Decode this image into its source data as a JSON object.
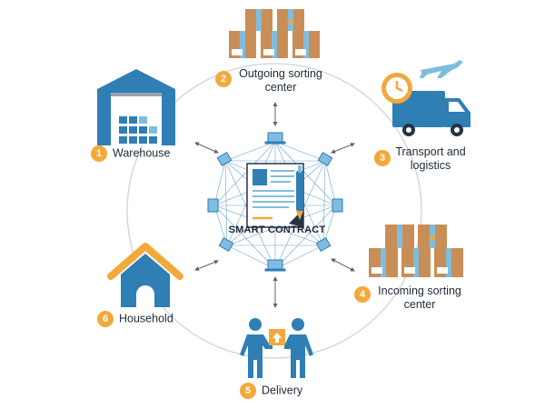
{
  "center": {
    "label": "SMART CONTRACT"
  },
  "steps": [
    {
      "number": "1",
      "label": "Warehouse"
    },
    {
      "number": "2",
      "label_line1": "Outgoing sorting",
      "label_line2": "center"
    },
    {
      "number": "3",
      "label_line1": "Transport and",
      "label_line2": "logistics"
    },
    {
      "number": "4",
      "label_line1": "Incoming sorting",
      "label_line2": "center"
    },
    {
      "number": "5",
      "label": "Delivery"
    },
    {
      "number": "6",
      "label": "Household"
    }
  ],
  "colors": {
    "blue": "#2f7fb5",
    "light_blue": "#7fbde0",
    "orange": "#f2a93b",
    "box": "#c98e57",
    "box_dark": "#a7703f",
    "ring": "#cfd3d8",
    "arrow": "#5a6470"
  },
  "icons": [
    "warehouse-icon",
    "boxes-icon",
    "truck-icon",
    "plane-icon",
    "clock-icon",
    "house-icon",
    "people-exchange-icon",
    "laptop-icon",
    "contract-document-icon",
    "pen-icon"
  ]
}
